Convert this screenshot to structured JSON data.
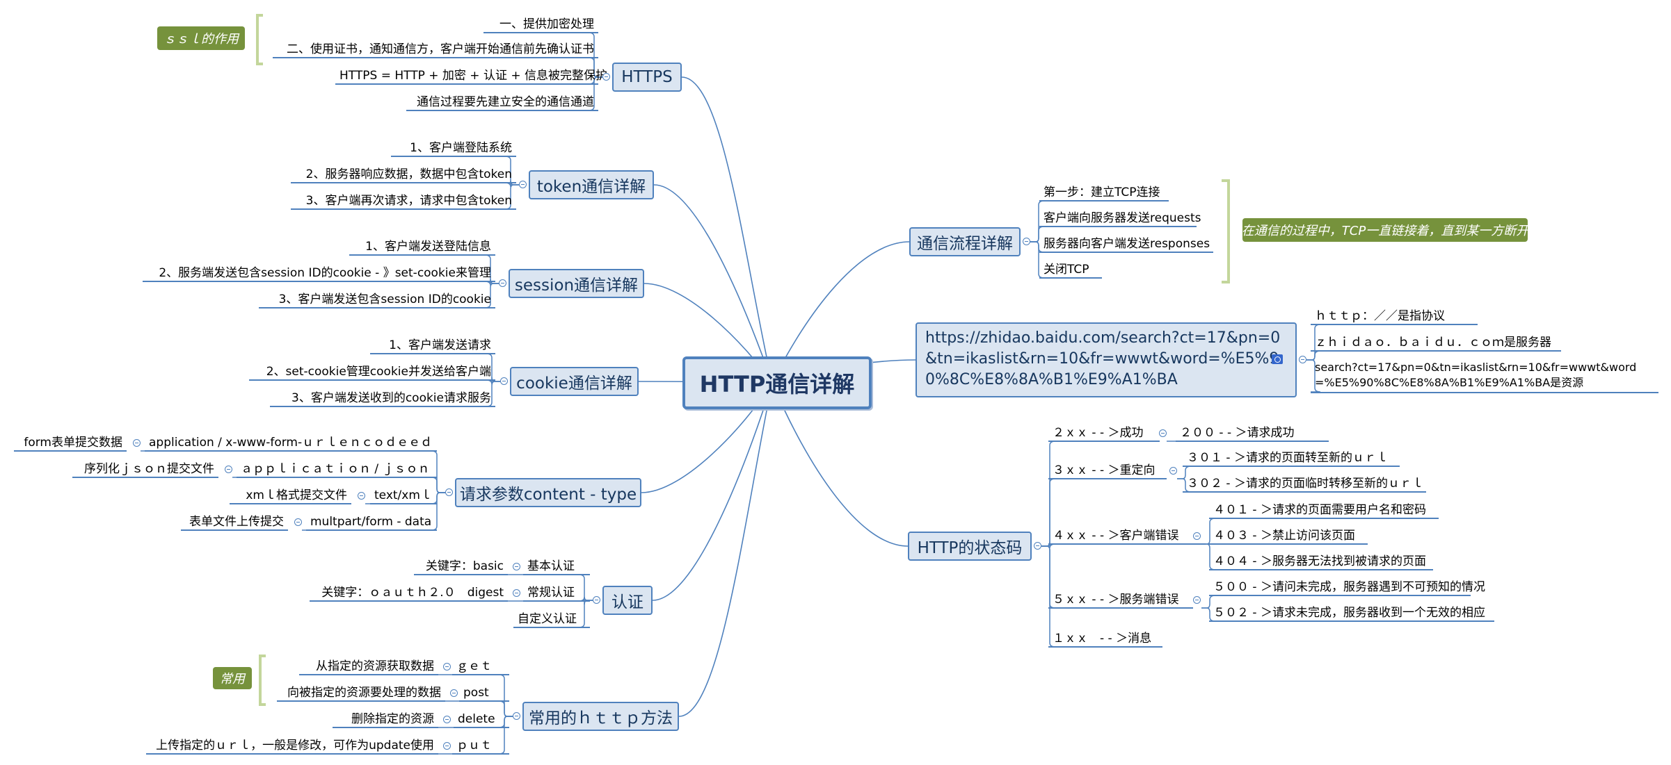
{
  "central": "HTTP通信详解",
  "https": {
    "label": "HTTPS",
    "items": [
      "一、提供加密处理",
      "二、使用证书，通知通信方，客户端开始通信前先确认证书",
      "HTTPS = HTTP + 加密 + 认证 + 信息被完整保护",
      "通信过程要先建立安全的通信通道"
    ],
    "tag": "ｓｓｌ的作用"
  },
  "token": {
    "label": "token通信详解",
    "items": [
      "1、客户端登陆系统",
      "2、服务器响应数据，数据中包含token",
      "3、客户端再次请求，请求中包含token"
    ]
  },
  "session": {
    "label": "session通信详解",
    "items": [
      "1、客户端发送登陆信息",
      "2、服务端发送包含session ID的cookie - 》set-cookie来管理",
      "3、客户端发送包含session ID的cookie"
    ]
  },
  "cookie": {
    "label": "cookie通信详解",
    "items": [
      "1、客户端发送请求",
      "2、set-cookie管理cookie并发送给客户端",
      "3、客户端发送收到的cookie请求服务"
    ]
  },
  "content_type": {
    "label": "请求参数content - type",
    "items": [
      {
        "value": "application / x-www-form-ｕｒｌｅｎｃｏｄｅｅｄ",
        "desc": "form表单提交数据"
      },
      {
        "value": "ａｐｐｌｉｃａｔｉｏｎ / ｊｓｏｎ",
        "desc": "序列化ｊｓｏｎ提交文件"
      },
      {
        "value": "text/xmｌ",
        "desc": "xmｌ格式提交文件"
      },
      {
        "value": "multpart/form - data",
        "desc": "表单文件上传提交"
      }
    ]
  },
  "auth": {
    "label": "认证",
    "items": [
      {
        "value": "基本认证",
        "desc": "关键字：basic"
      },
      {
        "value": "常规认证",
        "desc": "关键字：ｏａｕｔｈ２.０　digest"
      },
      {
        "value": "自定义认证",
        "desc": ""
      }
    ]
  },
  "methods": {
    "label": "常用的ｈｔｔｐ方法",
    "tag": "常用",
    "items": [
      {
        "value": "ｇｅｔ",
        "desc": "从指定的资源获取数据"
      },
      {
        "value": "post",
        "desc": "向被指定的资源要处理的数据"
      },
      {
        "value": "delete",
        "desc": "删除指定的资源"
      },
      {
        "value": "ｐｕｔ",
        "desc": "上传指定的ｕｒｌ，一般是修改，可作为update使用"
      }
    ]
  },
  "flow": {
    "label": "通信流程详解",
    "items": [
      "第一步：建立TCP连接",
      "客户端向服务器发送requests",
      "服务器向客户端发送responses",
      "关闭TCP"
    ],
    "tag": "在通信的过程中，TCP一直链接着，直到某一方断开"
  },
  "url": {
    "label": "https://zhidao.baidu.com/search?ct=17&pn=0&tn=ikaslist&rn=10&fr=wwwt&word=%E5%90%8C%E8%8A%B1%E9%A1%BA",
    "items": [
      "ｈｔｔｐ：／／是指协议",
      "ｚｈｉｄａｏ．ｂａｉｄｕ．ｃｏｍ是服务器",
      "search?ct=17&pn=0&tn=ikaslist&rn=10&fr=wwwt&word=%E5%90%8C%E8%8A%B1%E9%A1%BA是资源"
    ]
  },
  "status": {
    "label": "HTTP的状态码",
    "groups": [
      {
        "label": "２ｘｘ - - ＞成功",
        "items": [
          "２００ - - ＞请求成功"
        ]
      },
      {
        "label": "３ｘｘ - - ＞重定向",
        "items": [
          "３０１ - ＞请求的页面转至新的ｕｒｌ",
          "３０２ - ＞请求的页面临时转移至新的ｕｒｌ"
        ]
      },
      {
        "label": "４ｘｘ - - ＞客户端错误",
        "items": [
          "４０１ - ＞请求的页面需要用户名和密码",
          "４０３ - ＞禁止访问该页面",
          "４０４ - ＞服务器无法找到被请求的页面"
        ]
      },
      {
        "label": "５ｘｘ - - ＞服务端错误",
        "items": [
          "５００ - ＞请问未完成，服务器遇到不可预知的情况",
          "５０２ - ＞请求未完成，服务器收到一个无效的相应"
        ]
      },
      {
        "label": "１ｘｘ　- - ＞消息",
        "items": []
      }
    ]
  },
  "colors": {
    "branch": "#4f81bd",
    "node_fill": "#dbe5f1",
    "tag_fill": "#76923c",
    "bracket": "#c3d69b"
  }
}
